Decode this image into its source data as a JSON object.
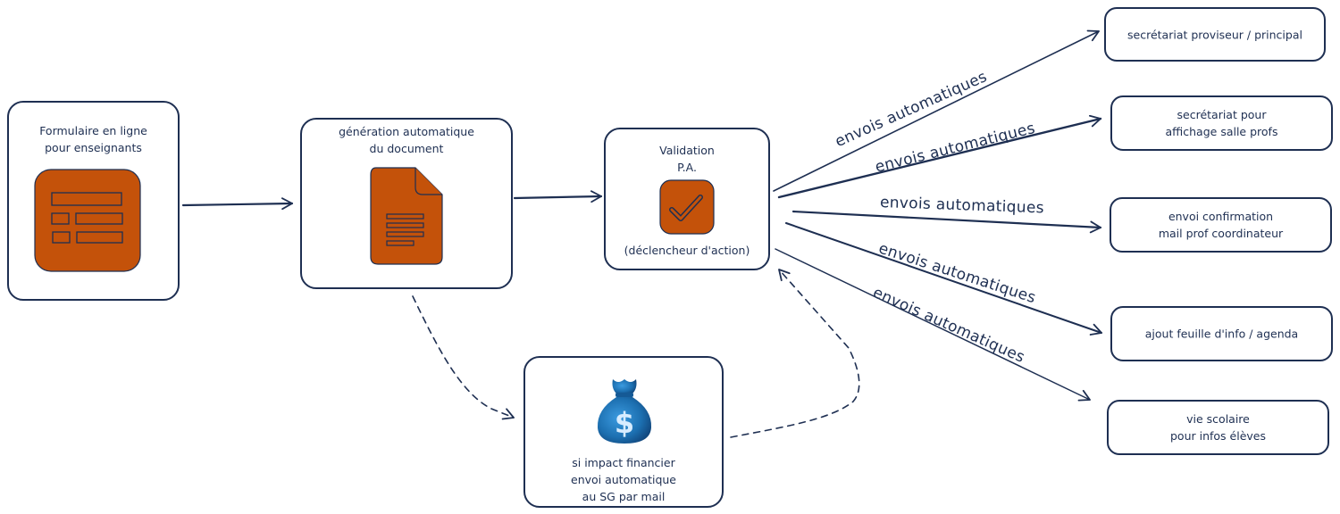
{
  "colors": {
    "stroke": "#1e2f52",
    "icon_fill": "#c4520a",
    "money_bag": "#1c6fb0",
    "background": "#ffffff"
  },
  "nodes": {
    "form": {
      "label": "Formulaire en ligne\npour enseignants",
      "icon": "form-icon"
    },
    "generation": {
      "label": "génération automatique\ndu document",
      "icon": "document-icon"
    },
    "validation": {
      "label": "Validation\nP.A.",
      "sublabel": "(déclencheur d'action)",
      "icon": "checkmark-icon"
    },
    "financial": {
      "label": "si impact financier\nenvoi automatique\nau SG par mail",
      "icon": "money-bag-icon"
    }
  },
  "targets": [
    {
      "label": "secrétariat proviseur / principal"
    },
    {
      "label": "secrétariat pour\naffichage salle profs"
    },
    {
      "label": "envoi confirmation\nmail prof coordinateur"
    },
    {
      "label": "ajout feuille d'info / agenda"
    },
    {
      "label": "vie scolaire\npour infos élèves"
    }
  ],
  "edges": {
    "auto_label": "envois automatiques",
    "flow": [
      {
        "from": "form",
        "to": "generation",
        "style": "solid"
      },
      {
        "from": "generation",
        "to": "validation",
        "style": "solid"
      },
      {
        "from": "generation",
        "to": "financial",
        "style": "dashed"
      },
      {
        "from": "financial",
        "to": "validation",
        "style": "dashed"
      },
      {
        "from": "validation",
        "to": "target-1",
        "style": "solid",
        "label": "envois automatiques"
      },
      {
        "from": "validation",
        "to": "target-2",
        "style": "solid",
        "label": "envois automatiques"
      },
      {
        "from": "validation",
        "to": "target-3",
        "style": "solid",
        "label": "envois automatiques"
      },
      {
        "from": "validation",
        "to": "target-4",
        "style": "solid",
        "label": "envois automatiques"
      },
      {
        "from": "validation",
        "to": "target-5",
        "style": "solid",
        "label": "envois automatiques"
      }
    ]
  }
}
